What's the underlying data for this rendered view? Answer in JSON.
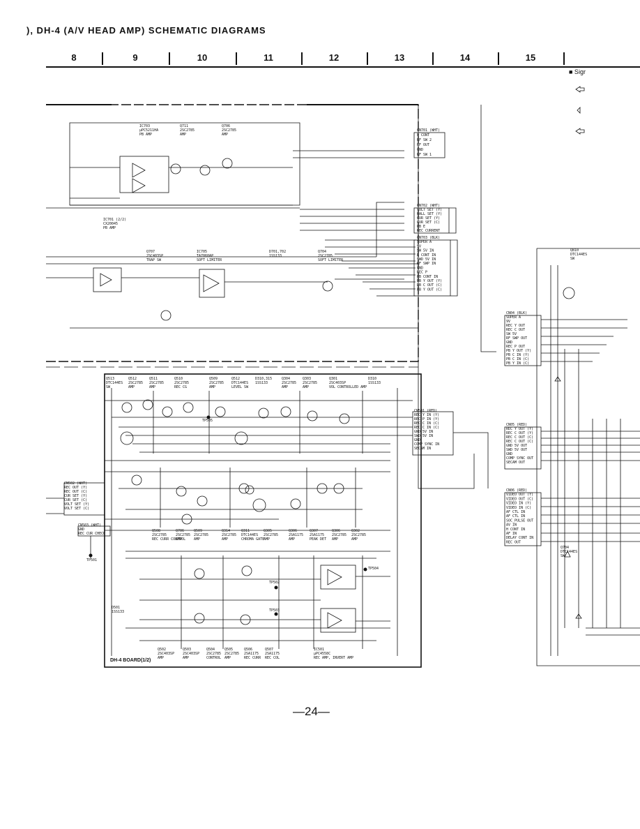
{
  "header": {
    "title": "), DH-4 (A/V HEAD AMP) SCHEMATIC DIAGRAMS"
  },
  "columns": [
    "8",
    "9",
    "10",
    "11",
    "12",
    "13",
    "14",
    "15"
  ],
  "legend": {
    "label": "■ Sigr"
  },
  "board_label": "DH-4 BOARD(1/2)",
  "page_number": "—24—",
  "upper_section": {
    "ic703": [
      "IC703",
      "μPC5211HA",
      "PB AMP"
    ],
    "q711": [
      "Q711",
      "2SC2785",
      "AMP"
    ],
    "q706": [
      "Q706",
      "2SC2785",
      "AMP"
    ],
    "ic701": [
      "IC701 (2/2)",
      "CX20045",
      "PB AMP"
    ],
    "q707": [
      "Q707",
      "2SC403SP",
      "TRAP SW"
    ],
    "ic705": [
      "IC705",
      "TA7060AP",
      "SOFT LIMITER"
    ],
    "d701": [
      "D701,702",
      "1SS133"
    ],
    "q704": [
      "Q704",
      "2SC2785",
      "SOFT LIMITER"
    ],
    "cn701": [
      "CN701 (WHT)",
      "F CONT",
      "RF SW 2",
      "RF OUT",
      "GND",
      "RF SW 1"
    ],
    "cn702": [
      "CN702 (WHT)",
      "VOLT SET (Y)",
      "HALL SET (Y)",
      "CUR SET (Y)",
      "CUR SET (C)",
      "PB E",
      "REC CURRENT"
    ],
    "cn703": [
      "CN703 (BLK)",
      "SUPER A",
      "9V",
      "SW 5V IN",
      "R CONT IN",
      "SWD 5V IN",
      "RF SWP IN",
      "GND",
      "REC P",
      "PB CONT IN",
      "PB Y OUT (Y)",
      "PB C OUT (C)",
      "PB Y OUT (C)"
    ]
  },
  "lower_section": {
    "top_transistors": [
      [
        "Q513",
        "DTC144ES",
        "SW"
      ],
      [
        "Q512",
        "2SC2785",
        "AMP"
      ],
      [
        "Q511",
        "2SC2785",
        "AMP"
      ],
      [
        "Q510",
        "2SC2785",
        "REC CG"
      ],
      [
        "Q509",
        "2SC2785",
        "AMP"
      ],
      [
        "Q512",
        "DTC144ES",
        "LEVEL SW"
      ],
      [
        "D310,315",
        "1SS133"
      ],
      [
        "Q304",
        "2SC2785",
        "AMP"
      ],
      [
        "Q303",
        "2SC2785",
        "AMP"
      ],
      [
        "Q301",
        "2SC403SP",
        "VOL CONTROLLED AMP"
      ],
      [
        "D310",
        "1SS133"
      ]
    ],
    "mid_transistors": [
      [
        "Q508",
        "2SC2785",
        "REC CURR CONTROL"
      ],
      [
        "Q706",
        "2SC2785",
        "AMP"
      ],
      [
        "Q509",
        "2SC2785",
        "AMP"
      ],
      [
        "Q314",
        "2SC2785",
        "AMP"
      ],
      [
        "Q311",
        "DTC144ES",
        "CHROMA GATE"
      ],
      [
        "Q305",
        "2SC2785",
        "AMP"
      ],
      [
        "Q306",
        "2SA1175",
        "AMP"
      ],
      [
        "Q307",
        "2SA1175",
        "PEAK DET"
      ],
      [
        "Q306",
        "2SC2785",
        "AMP"
      ],
      [
        "Q302",
        "2SC2785",
        "AMP"
      ]
    ],
    "bottom_transistors": [
      [
        "Q502",
        "2SC403SP",
        "AMP"
      ],
      [
        "Q503",
        "2SC403SP",
        "AMP"
      ],
      [
        "Q504",
        "2SC2785",
        "CONTROL"
      ],
      [
        "Q505",
        "2SC2785",
        "AMP"
      ],
      [
        "Q506",
        "2SA1175",
        "REC CURR"
      ],
      [
        "Q507",
        "2SA1175",
        "REC COL"
      ],
      [
        "IC501",
        "μPC4558C",
        "REC AMP, INVERT AMP"
      ]
    ],
    "cn501": [
      "CN501 (RED)",
      "REC Y IN (Y)",
      "REC P IN (Y)",
      "REC C IN (C)",
      "REC C IN (C)",
      "GND 5V IN",
      "SWD 5V IN",
      "GND",
      "COMP SYNC IN",
      "SECAM IN"
    ],
    "cn502": [
      "CN502 (WHT)",
      "REC OUT (Y)",
      "REC OUT (C)",
      "CUR SET (Y)",
      "CUR SET (C)",
      "VOLT SET (Y)",
      "VOLT SET (C)"
    ],
    "cn503": [
      "CN503 (WHT)",
      "GND",
      "REC CUR CHECK"
    ],
    "test_points": [
      "TP501",
      "TP502",
      "TP503",
      "TP504",
      "TP505"
    ],
    "d501": [
      "D501",
      "1SS133"
    ]
  },
  "right_section": {
    "cn04": [
      "CN04 (BLK)",
      "SUPER A",
      "9V",
      "REC Y OUT",
      "REC C OUT",
      "SW 5V",
      "RF SWP OUT",
      "GND",
      "REC P OUT",
      "PB Y OUT (Y)",
      "PB C IN (Y)",
      "PB C IN (C)",
      "PB Y IN (C)"
    ],
    "cn05": [
      "CN05 (RED)",
      "REC Y OUT (Y)",
      "REC C OUT (Y)",
      "REC C OUT (C)",
      "REC C OUT (C)",
      "GND 5V OUT",
      "SWD 5V OUT",
      "GND",
      "COMP SYNC OUT",
      "SECAM OUT"
    ],
    "cn06": [
      "CN06 (RED)",
      "VIDEO OUT (Y)",
      "VIDEO OUT (C)",
      "VIDEO IN (Y)",
      "VIDEO IN (C)",
      "AF CTL IN",
      "AF CTL IN",
      "SOC PULSE OUT",
      "AV IN",
      "H CONT IN",
      "AF IN",
      "DELAY CONT IN",
      "REC OUT"
    ],
    "q810": [
      "Q810",
      "DTC144ES",
      "SW"
    ],
    "q704": [
      "Q704",
      "DTC144ES",
      "SW"
    ]
  },
  "colors": {
    "ink": "#111111",
    "paper": "#ffffff"
  }
}
